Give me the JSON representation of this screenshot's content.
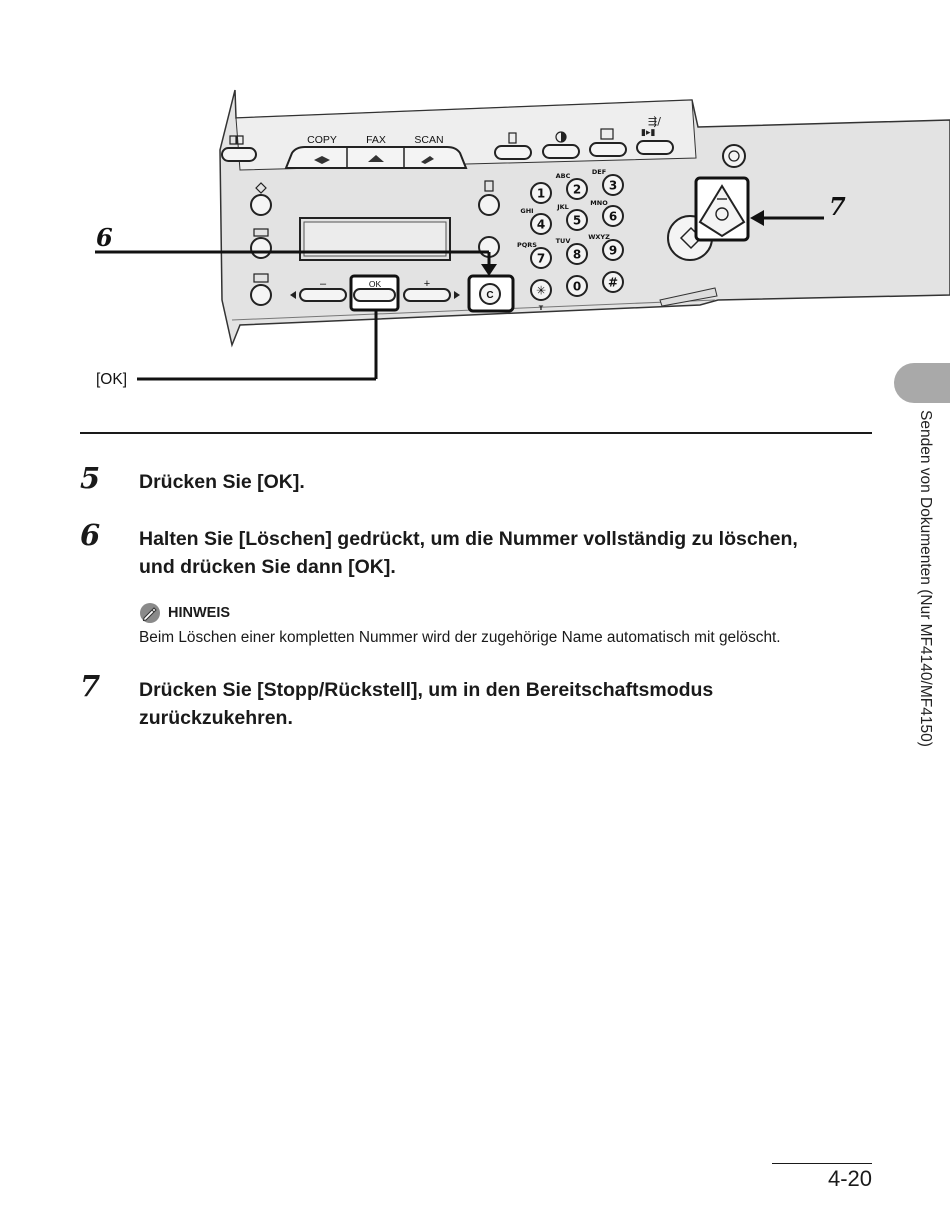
{
  "figure": {
    "mode_labels": [
      "COPY",
      "FAX",
      "SCAN"
    ],
    "ok_key_label": "OK",
    "minus_label": "–",
    "plus_label": "+",
    "clear_key_label": "C",
    "keypad": [
      {
        "digit": "1",
        "letters": ""
      },
      {
        "digit": "2",
        "letters": "ABC"
      },
      {
        "digit": "3",
        "letters": "DEF"
      },
      {
        "digit": "4",
        "letters": "GHI"
      },
      {
        "digit": "5",
        "letters": "JKL"
      },
      {
        "digit": "6",
        "letters": "MNO"
      },
      {
        "digit": "7",
        "letters": "PQRS"
      },
      {
        "digit": "8",
        "letters": "TUV"
      },
      {
        "digit": "9",
        "letters": "WXYZ"
      },
      {
        "digit": "✳",
        "letters": "T"
      },
      {
        "digit": "0",
        "letters": ""
      },
      {
        "digit": "#",
        "letters": ""
      }
    ],
    "callout_6": "6",
    "callout_7": "7",
    "callout_ok": "[OK]"
  },
  "steps": [
    {
      "number": "5",
      "text": "Drücken Sie [OK]."
    },
    {
      "number": "6",
      "text": "Halten Sie [Löschen] gedrückt, um die Nummer vollständig zu löschen,\nund drücken Sie dann [OK]."
    },
    {
      "number": "7",
      "text": "Drücken Sie [Stopp/Rückstell], um in den Bereitschaftsmodus\nzurückzukehren."
    }
  ],
  "note": {
    "title": "HINWEIS",
    "text": "Beim Löschen einer kompletten Nummer wird der zugehörige Name automatisch mit gelöscht."
  },
  "side_tab": {
    "text": "Senden von Dokumenten (Nur MF4140/MF4150)"
  },
  "page_number": "4-20"
}
